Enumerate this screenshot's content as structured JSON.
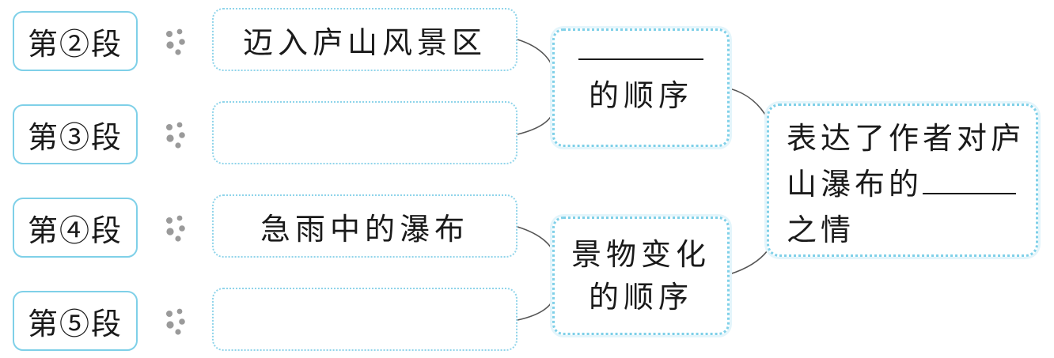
{
  "paragraphs": [
    {
      "label": "第②段",
      "content": "迈入庐山风景区"
    },
    {
      "label": "第③段",
      "content": ""
    },
    {
      "label": "第④段",
      "content": "急雨中的瀑布"
    },
    {
      "label": "第⑤段",
      "content": ""
    }
  ],
  "groups": [
    {
      "lines": [
        "的顺序"
      ],
      "has_blank": true
    },
    {
      "lines": [
        "景物变化",
        "的顺序"
      ],
      "has_blank": false
    }
  ],
  "conclusion": {
    "line1": "表达了作者对庐",
    "line2_prefix": "山瀑布的",
    "line3": "之情"
  },
  "colors": {
    "border": "#7fd0e8",
    "dots": "#9a9a9a"
  },
  "icons": [
    "footprint-dots-icon"
  ]
}
